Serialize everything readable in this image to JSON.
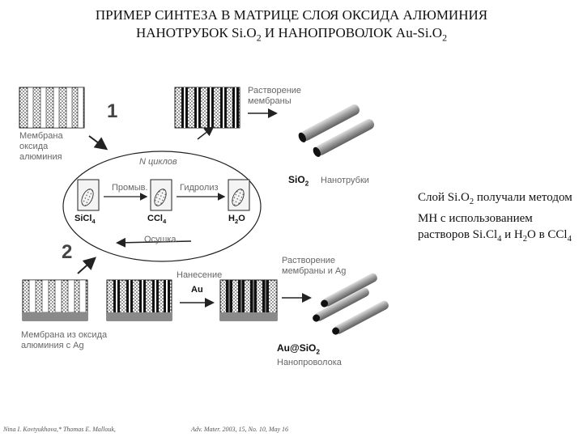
{
  "title": {
    "line1": "ПРИМЕР СИНТЕЗА В МАТРИЦЕ СЛОЯ ОКСИДА АЛЮМИНИЯ",
    "line2_pre": "НАНОТРУБОК Si.O",
    "line2_sub": "2",
    "line2_mid": " И НАНОПРОВОЛОК Au-Si.O",
    "line2_sub2": "2"
  },
  "side_text": {
    "p1": "Слой Si.O",
    "s1": "2",
    "p2": " получали методом МН с использованием растворов Si.Cl",
    "s2": "4",
    "p3": " и H",
    "s3": "2",
    "p4": "O в CCl",
    "s4": "4"
  },
  "diagram": {
    "step1": "1",
    "step2": "2",
    "membrane_label": "Мембрана оксида алюминия",
    "dissolve_label": "Растворение мембраны",
    "cycles_label": "N циклов",
    "rinse_label": "Промыв.",
    "hydrolysis_label": "Гидролиз",
    "drying_label": "Осушка",
    "sio2_label": "SiO",
    "sio2_sub": "2",
    "nanotubes_label": "Нанотрубки",
    "sicl4": "SiCl",
    "sicl4_sub": "4",
    "ccl4": "CCl",
    "ccl4_sub": "4",
    "h2o_pre": "H",
    "h2o_sub": "2",
    "h2o_post": "O",
    "deposit_label": "Нанесение",
    "au_label": "Au",
    "dissolve_au_label": "Растворение мембраны и Ag",
    "membrane_ag_label": "Мембрана из оксида алюминия с Ag",
    "au_sio2_pre": "Au@SiO",
    "au_sio2_sub": "2",
    "nanowire_label": "Нанопроволока"
  },
  "footer": {
    "authors": "Nina I. Kovtyukhova,* Thomas E. Mallouk,",
    "journal": "Adv. Mater. 2003, 15, No. 10, May 16"
  }
}
